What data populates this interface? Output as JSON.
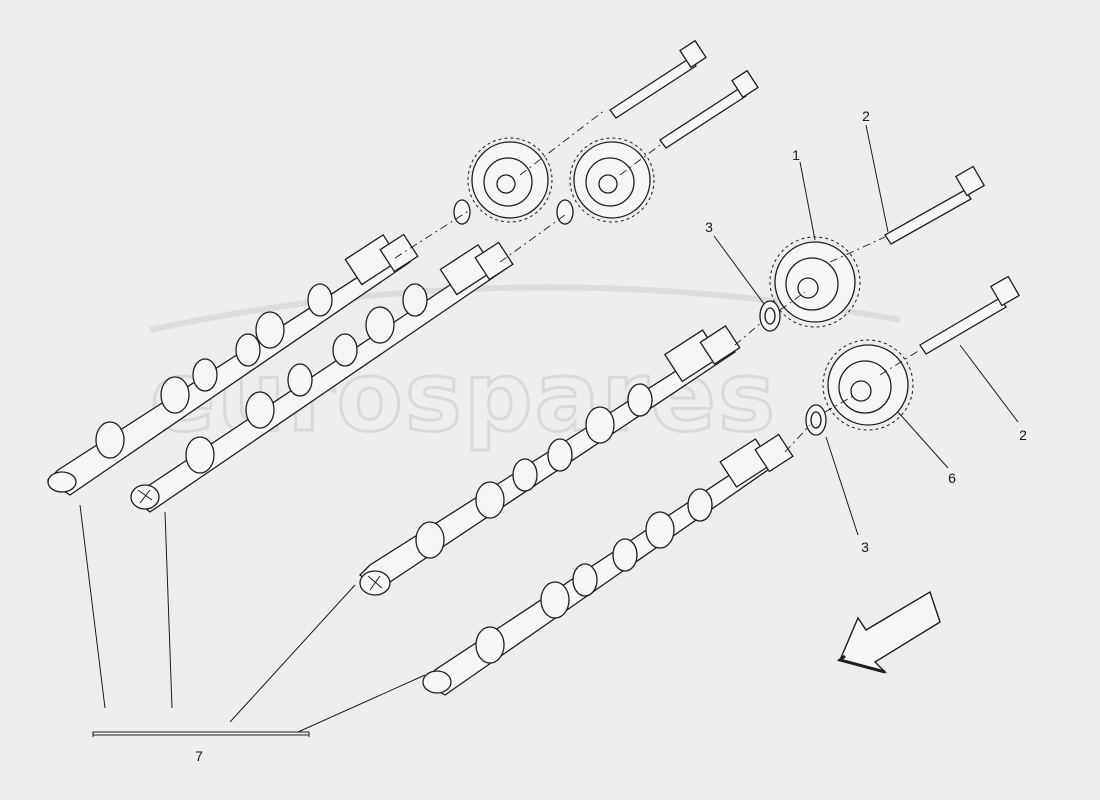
{
  "watermark": "eurospares",
  "callouts": [
    {
      "id": "1",
      "text": "1"
    },
    {
      "id": "2a",
      "text": "2"
    },
    {
      "id": "2b",
      "text": "2"
    },
    {
      "id": "3a",
      "text": "3"
    },
    {
      "id": "3b",
      "text": "3"
    },
    {
      "id": "6",
      "text": "6"
    },
    {
      "id": "7",
      "text": "7"
    }
  ],
  "icons": [
    "direction-arrow-icon"
  ]
}
